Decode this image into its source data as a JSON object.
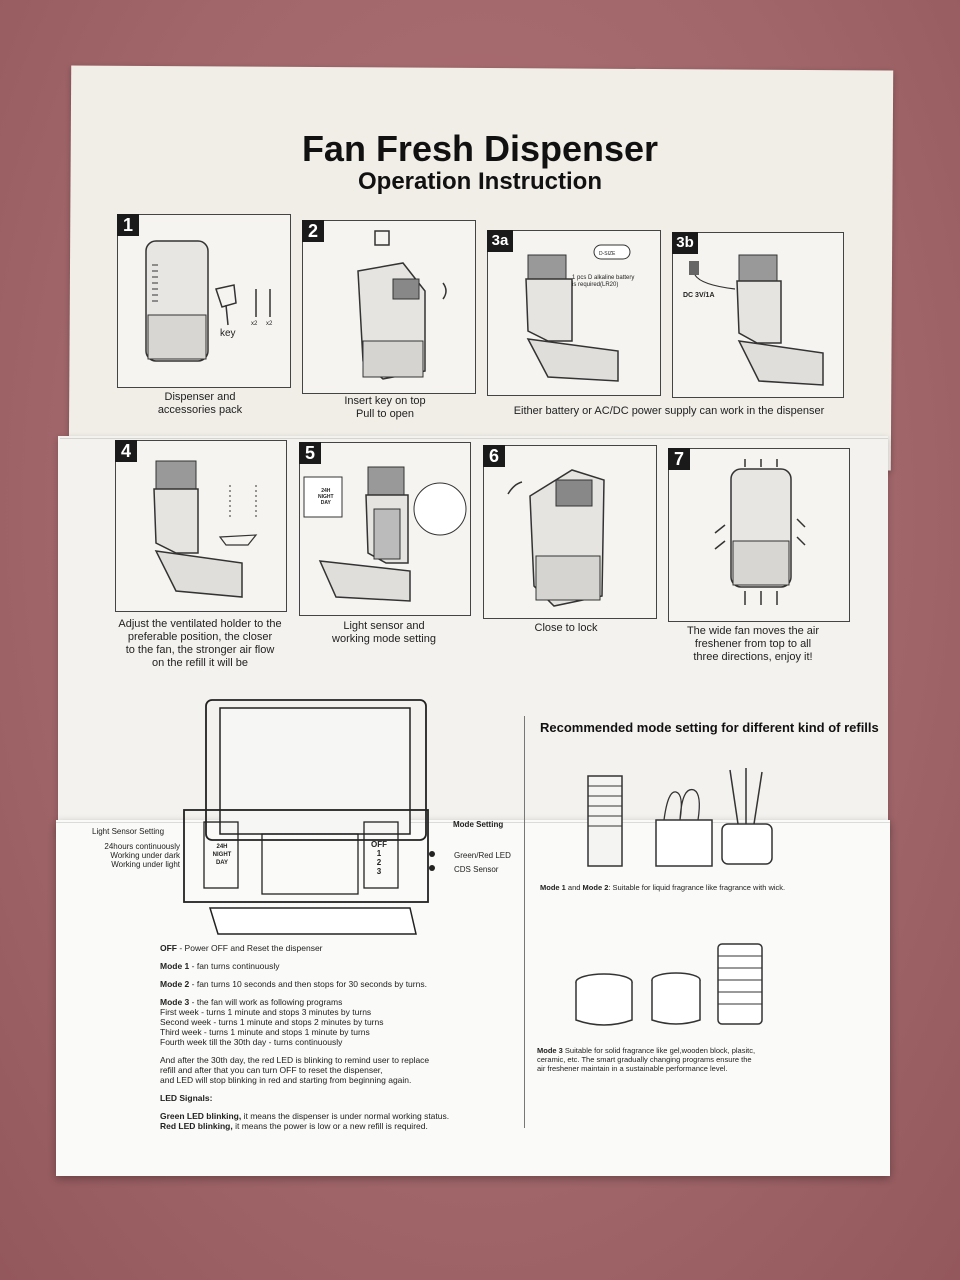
{
  "header": {
    "title": "Fan Fresh Dispenser",
    "subtitle": "Operation Instruction"
  },
  "steps": [
    {
      "num": "1",
      "caption_lines": [
        "Dispenser and",
        "accessories pack"
      ],
      "labels": {
        "key": "key",
        "x2a": "x2",
        "x2b": "x2"
      }
    },
    {
      "num": "2",
      "caption_lines": [
        "Insert key on top",
        "Pull to open"
      ]
    },
    {
      "num": "3a",
      "note_lines": [
        "1 pcs D alkaline battery",
        "is required(LR20)"
      ],
      "battery_label": "D-SIZE"
    },
    {
      "num": "3b",
      "power_label": "DC 3V/1A"
    },
    {
      "num": "4",
      "caption_lines": [
        "Adjust the ventilated holder to the",
        "preferable position, the closer",
        "to the fan, the stronger air flow",
        "on the refill it will be"
      ]
    },
    {
      "num": "5",
      "caption_lines": [
        "Light sensor and",
        "working mode setting"
      ],
      "switch_lines": [
        "24H",
        "NIGHT",
        "DAY"
      ]
    },
    {
      "num": "6",
      "caption_lines": [
        "Close to lock"
      ]
    },
    {
      "num": "7",
      "caption_lines": [
        "The wide fan moves the air",
        "freshener from top to all",
        "three directions, enjoy it!"
      ]
    }
  ],
  "power_caption": "Either battery or AC/DC power supply can work in the dispenser",
  "diagram": {
    "light_sensor_setting": "Light Sensor Setting",
    "mode_setting": "Mode Setting",
    "left_labels": [
      "24hours continuously",
      "Working under dark",
      "Working under light"
    ],
    "switch_left": [
      "24H",
      "NIGHT",
      "DAY"
    ],
    "switch_right": [
      "OFF",
      "1",
      "2",
      "3"
    ],
    "right_labels": [
      "Green/Red LED",
      "CDS Sensor"
    ]
  },
  "modes": {
    "off": {
      "label": "OFF",
      "text": " - Power OFF and Reset the dispenser"
    },
    "mode1": {
      "label": "Mode 1",
      "text": " - fan turns continuously"
    },
    "mode2": {
      "label": "Mode 2",
      "text": " - fan turns 10 seconds and then stops for 30 seconds by turns."
    },
    "mode3": {
      "label": "Mode 3",
      "text": " - the fan will work as following programs"
    },
    "mode3_lines": [
      "First week - turns 1 minute and stops 3 minutes by turns",
      "Second week - turns 1 minute and stops 2 minutes by turns",
      "Third week - turns 1 minute and stops 1 minute by turns",
      "Fourth week till the 30th day - turns continuously"
    ],
    "after_lines": [
      "And after the 30th day, the red LED is blinking to remind user to replace",
      "refill and after that you can turn OFF to reset the dispenser,",
      "and LED will stop blinking in red and starting from beginning again."
    ],
    "led_title": "LED Signals:",
    "green_label": "Green LED blinking,",
    "green_text": " it means the dispenser is under normal working status.",
    "red_label": "Red LED blinking,",
    "red_text": " it means the power is low or a new refill is required."
  },
  "recommended": {
    "title": "Recommended mode setting for different kind of refills",
    "mode12_label_a": "Mode 1",
    "mode12_and": " and ",
    "mode12_label_b": "Mode 2",
    "mode12_text": ": Suitable for liquid fragrance like fragrance with wick.",
    "mode3_label": "Mode 3",
    "mode3_lines": [
      "   Suitable for solid fragrance like gel,wooden block, plasitc,",
      "ceramic, etc. The smart gradually changing programs ensure the",
      "air freshener maintain in a sustainable performance level."
    ]
  }
}
